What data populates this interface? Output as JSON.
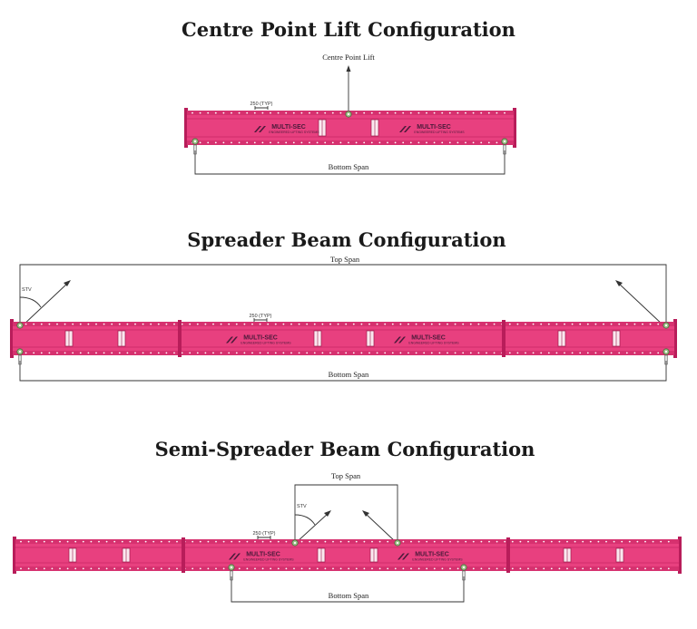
{
  "sections": [
    {
      "title": "Centre Point Lift Configuration",
      "labels": {
        "top": "Centre Point Lift",
        "bottom": "Bottom Span",
        "pitch": "250 (TYP)"
      }
    },
    {
      "title": "Spreader Beam Configuration",
      "labels": {
        "top": "Top Span",
        "bottom": "Bottom Span",
        "pitch": "250 (TYP)",
        "angle": "STV"
      }
    },
    {
      "title": "Semi-Spreader Beam Configuration",
      "labels": {
        "top": "Top Span",
        "bottom": "Bottom Span",
        "pitch": "250 (TYP)",
        "angle": "STV"
      }
    }
  ],
  "brand": {
    "logo": "MULTI-SEC",
    "tagline": "ENGINEERED LIFTING SYSTEMS"
  },
  "colors": {
    "beam": "#e8407f",
    "beam_dark": "#b81d5a",
    "shackle": "#9fc28a"
  }
}
